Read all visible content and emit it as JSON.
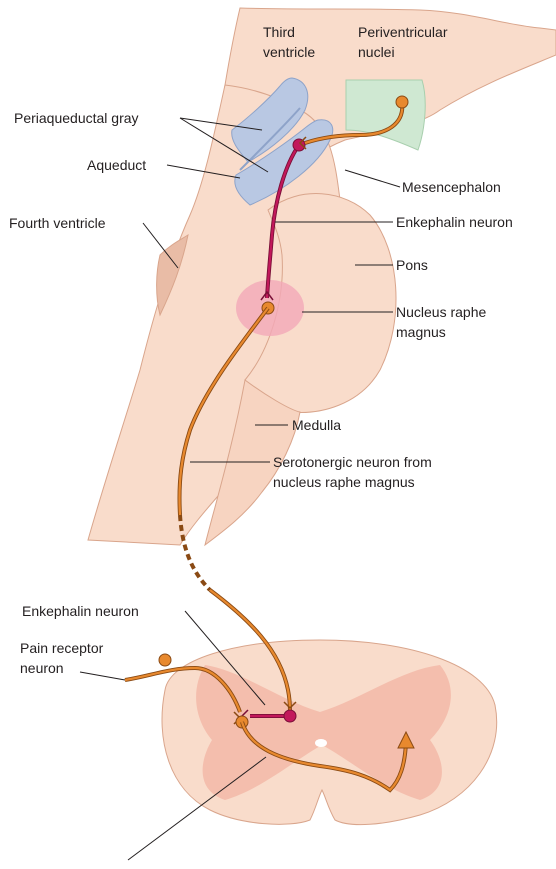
{
  "labels": {
    "third_ventricle": [
      "Third",
      "ventricle"
    ],
    "periventricular_nuclei": [
      "Periventricular",
      "nuclei"
    ],
    "periaqueductal_gray": "Periaqueductal gray",
    "aqueduct": "Aqueduct",
    "mesencephalon": "Mesencephalon",
    "fourth_ventricle": "Fourth ventricle",
    "enkephalin_neuron_upper": "Enkephalin neuron",
    "pons": "Pons",
    "nucleus_raphe_magnus": [
      "Nucleus raphe",
      "magnus"
    ],
    "medulla": "Medulla",
    "serotonergic_neuron": [
      "Serotonergic neuron from",
      "nucleus raphe magnus"
    ],
    "enkephalin_neuron_lower": "Enkephalin neuron",
    "pain_receptor_neuron": [
      "Pain receptor",
      "neuron"
    ]
  },
  "colors": {
    "tissue": "#f9dccb",
    "tissue_outline": "#d9a58c",
    "tissue_shadow": "#e9bca6",
    "ventricle_blue": "#b9c8e3",
    "nuclei_green": "#cfe8d2",
    "raphe_pink": "#f2a9b8",
    "gray_matter": "#f3b9a8",
    "orange_neuron": "#e8892e",
    "orange_dark": "#8a4a14",
    "enkephalin_red": "#c2185b"
  }
}
